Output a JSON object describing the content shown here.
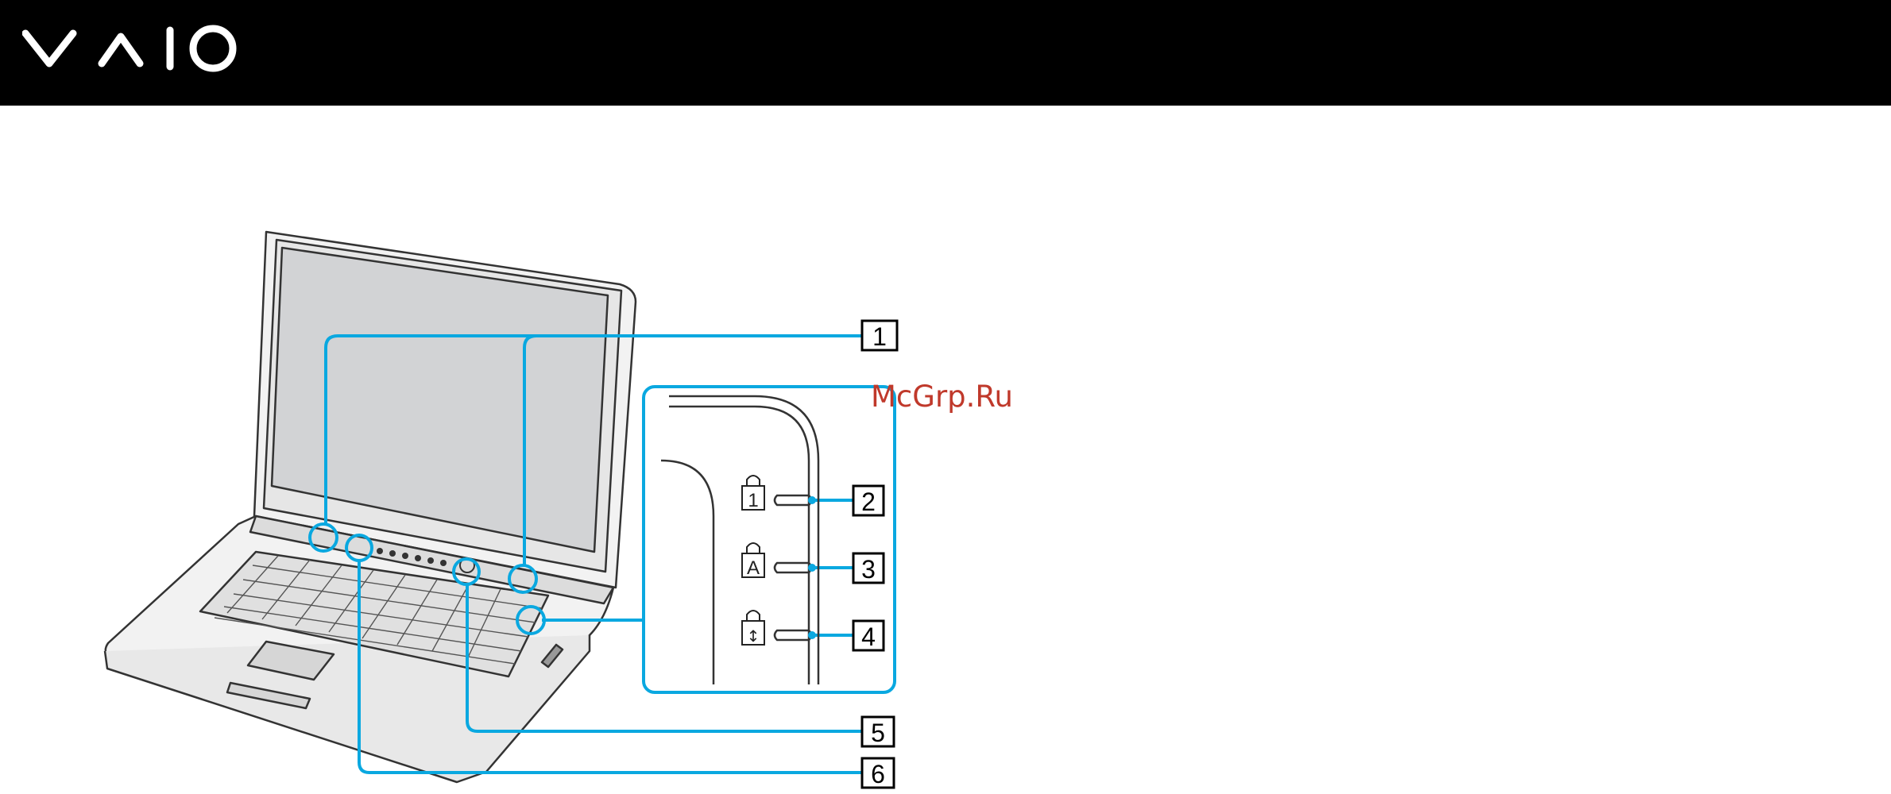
{
  "header": {
    "logo_text": "VAIO",
    "background": "#000000",
    "logo_color": "#ffffff"
  },
  "figure": {
    "accent_color": "#0aa8e0",
    "callouts": [
      {
        "label": "1"
      },
      {
        "label": "2"
      },
      {
        "label": "3"
      },
      {
        "label": "4"
      },
      {
        "label": "5"
      },
      {
        "label": "6"
      }
    ],
    "indicator_icons": [
      "num-lock-icon",
      "caps-lock-icon",
      "scroll-lock-icon"
    ],
    "indicator_glyphs": [
      "1",
      "A",
      "↕"
    ]
  },
  "watermark": "McGrp.Ru"
}
